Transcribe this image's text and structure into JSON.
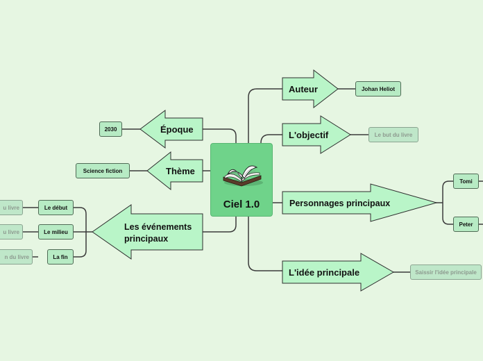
{
  "central": {
    "title": "Ciel 1.0",
    "icon": "book-icon",
    "color": "#6fd38a"
  },
  "branches": {
    "auteur": {
      "label": "Auteur",
      "child": "Johan Heliot"
    },
    "objectif": {
      "label": "L'objectif",
      "child": "Le but du livre"
    },
    "personnages": {
      "label": "Personnages principaux",
      "children": [
        "Tomi",
        "Peter"
      ]
    },
    "idee": {
      "label": "L'idée principale",
      "child": "Saissir l'idée principale"
    },
    "epoque": {
      "label": "Époque",
      "child": "2030"
    },
    "theme": {
      "label": "Thème",
      "child": "Science fiction"
    },
    "evenements": {
      "label_line1": "Les événements",
      "label_line2": "principaux",
      "children": [
        {
          "label": "Le début",
          "sub": "u livre"
        },
        {
          "label": "Le milieu",
          "sub": "u livre"
        },
        {
          "label": "La fin",
          "sub": "n du livre"
        }
      ]
    }
  },
  "colors": {
    "background": "#e6f6e2",
    "arrow_fill": "#b9f5c8",
    "node_fill": "#b7ebc4",
    "muted_text": "#8d9a8f"
  }
}
